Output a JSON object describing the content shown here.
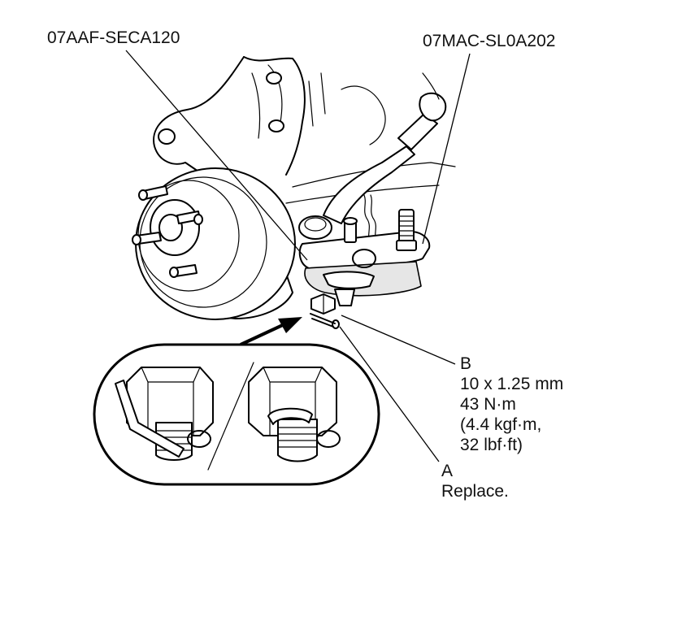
{
  "labels": {
    "tool_upper_left": "07AAF-SECA120",
    "tool_upper_right": "07MAC-SL0A202",
    "part_b": {
      "letter": "B",
      "spec_lines": [
        "10 x 1.25 mm",
        "43 N·m",
        "(4.4 kgf·m,",
        "32 lbf·ft)"
      ]
    },
    "part_a": {
      "letter": "A",
      "note": "Replace."
    }
  },
  "colors": {
    "line": "#000000",
    "background": "#ffffff",
    "shade": "#e6e6e6"
  },
  "icons": [
    "wheel-hub-icon",
    "ball-joint-remover-icon",
    "castle-nut-icon",
    "cotter-pin-icon",
    "detail-callout-icon"
  ]
}
